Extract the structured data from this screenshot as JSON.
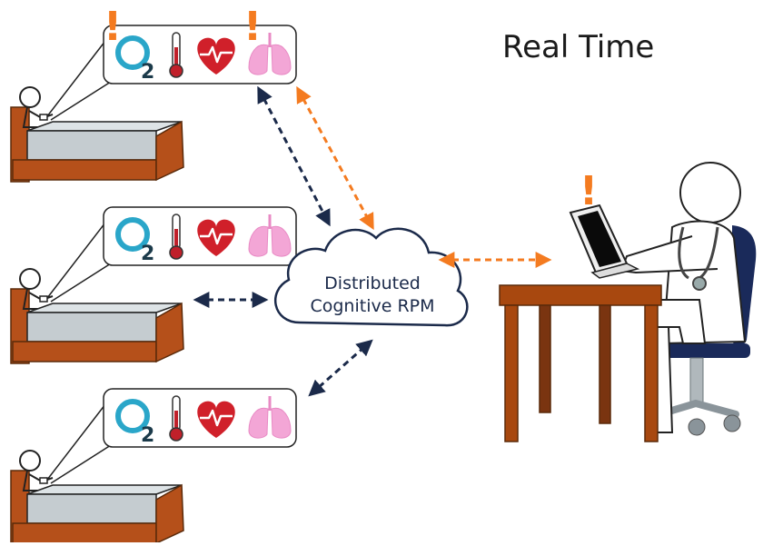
{
  "title": "Real Time",
  "cloud": {
    "line1": "Distributed",
    "line2": "Cognitive RPM"
  },
  "alert_mark": "!",
  "vitals": {
    "oxygen_label": "O",
    "oxygen_sub": "2"
  },
  "icons": [
    "oxygen-saturation-icon",
    "thermometer-icon",
    "heart-rate-icon",
    "lungs-icon"
  ],
  "colors": {
    "navy": "#1b2a4a",
    "alert_orange": "#f47b20",
    "o2_blue": "#2aa6c9",
    "o2_dark": "#1b3a4a",
    "heart_red": "#d0202a",
    "thermo_red": "#c0202a",
    "lungs_pink": "#f3a6d6",
    "bed_brown": "#b5501a",
    "mattress_grey": "#c5ccd0",
    "desk_brown": "#a8480f",
    "chair_navy": "#1a2a5a",
    "chair_grey": "#8a949a"
  },
  "patients": [
    {
      "id": "patient-1",
      "alerts": [
        "oxygen",
        "lungs"
      ],
      "link": "bidirectional-navy-and-orange"
    },
    {
      "id": "patient-2",
      "alerts": [],
      "link": "bidirectional-navy"
    },
    {
      "id": "patient-3",
      "alerts": [],
      "link": "bidirectional-navy"
    }
  ],
  "clinician": {
    "alert": true,
    "link_to_cloud": "bidirectional-orange"
  }
}
